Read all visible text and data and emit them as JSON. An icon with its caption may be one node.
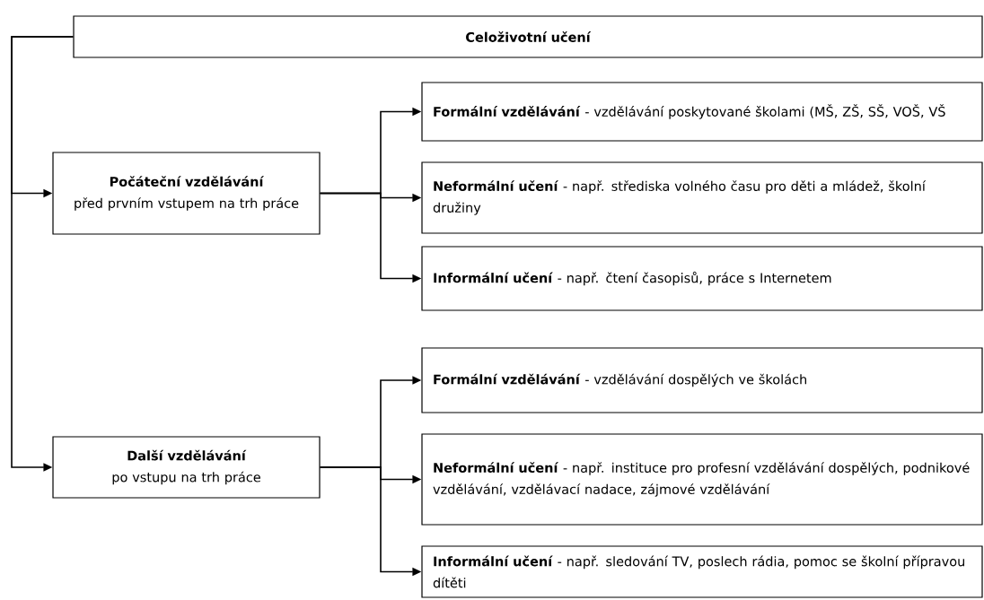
{
  "diagram": {
    "nodes": [
      {
        "text": [
          "Celoživotní učení"
        ]
      },
      {
        "text": [
          "Počáteční vzdělávání",
          "před prvním vstupem na trh práce"
        ]
      },
      {
        "text": [
          "Další vzdělávání",
          "po vstupu na trh práce"
        ]
      },
      {
        "text": [
          "**Formální vzdělávání** - vzdělávání poskytované školami (MŠ, ZŠ, SŠ, VOŠ, VŠ"
        ]
      },
      {
        "text": [
          "**Neformální učení** - např. střediska volného času pro děti a mládež, školní družiny"
        ]
      },
      {
        "text": [
          "**Informální učení** - např. čtení časopisů, práce s Internetem"
        ]
      },
      {
        "text": [
          "**Formální vzdělávání** - vzdělávání dospělých ve školách"
        ]
      },
      {
        "text": [
          "**Neformální učení** - např. instituce pro profesní vzdělávání dospělých, podnikové vzdělávání, vzdělávací nadace, zájmové vzdělávání"
        ]
      },
      {
        "text": [
          "**Informální učení** - např. sledování TV, poslech rádia, pomoc se školní přípravou dítěti"
        ]
      }
    ],
    "edges": [
      {
        "from": 0,
        "to": 1,
        "arrow": "to"
      },
      {
        "from": 0,
        "to": 2,
        "arrow": "to"
      },
      {
        "from": 1,
        "to": 3,
        "arrow": "to"
      },
      {
        "from": 1,
        "to": 4,
        "arrow": "to"
      },
      {
        "from": 1,
        "to": 5,
        "arrow": "to"
      },
      {
        "from": 2,
        "to": 6,
        "arrow": "to"
      },
      {
        "from": 2,
        "to": 7,
        "arrow": "to"
      },
      {
        "from": 2,
        "to": 8,
        "arrow": "to"
      }
    ]
  }
}
